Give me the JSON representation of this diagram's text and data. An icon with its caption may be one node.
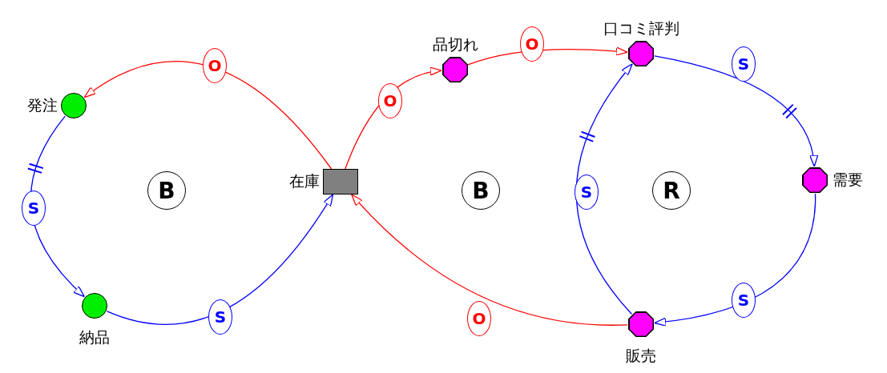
{
  "diagram": {
    "nodes": [
      {
        "text": [
          "発注"
        ]
      },
      {
        "text": [
          "納品"
        ]
      },
      {
        "text": [
          "在庫"
        ]
      },
      {
        "text": [
          "品切れ"
        ]
      },
      {
        "text": [
          "口コミ評判"
        ]
      },
      {
        "text": [
          "需要"
        ]
      },
      {
        "text": [
          "販売"
        ]
      },
      {
        "text": [
          "B"
        ]
      },
      {
        "text": [
          "B"
        ]
      },
      {
        "text": [
          "R"
        ]
      }
    ],
    "edges": [
      {
        "from": 2,
        "to": 0,
        "arrow": "to",
        "label": "O",
        "color": "#ff0000"
      },
      {
        "from": 0,
        "to": 1,
        "arrow": "to",
        "label": "S"
      },
      {
        "from": 1,
        "to": 2,
        "arrow": "to",
        "label": "S"
      },
      {
        "from": 2,
        "to": 3,
        "arrow": "to",
        "label": "O",
        "color": "#ff0000"
      },
      {
        "from": 3,
        "to": 4,
        "arrow": "to",
        "label": "O",
        "color": "#ff0000"
      },
      {
        "from": 4,
        "to": 5,
        "arrow": "to",
        "label": "S"
      },
      {
        "from": 5,
        "to": 6,
        "arrow": "to",
        "label": "S"
      },
      {
        "from": 6,
        "to": 2,
        "arrow": "to",
        "label": "O",
        "color": "#ff0000"
      },
      {
        "from": 6,
        "to": 4,
        "arrow": "to",
        "label": "S"
      }
    ]
  }
}
